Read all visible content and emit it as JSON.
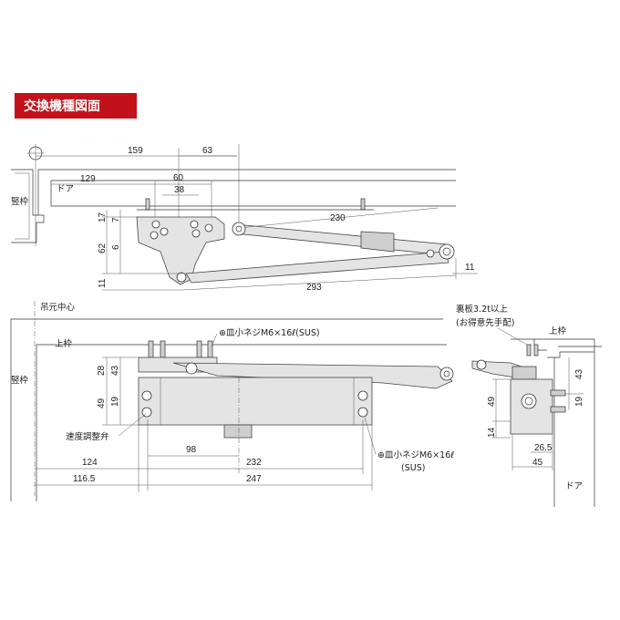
{
  "title": "交換機種図面",
  "labels": {
    "tatewaku": "竪枠",
    "door_top": "ドア",
    "tsurimoto": "吊元中心",
    "uwawaku": "上枠",
    "tatewaku2": "竪枠",
    "screw_top": "⊕皿小ネジM6×16ℓ(SUS)",
    "speed_valve": "速度調整弁",
    "screw_bottom": "⊕皿小ネジM6×16ℓ",
    "screw_bottom_sus": "(SUS)",
    "backplate_1": "裏板3.2t以上",
    "backplate_2": "(お得意先手配)",
    "uwawaku_side": "上枠",
    "door_side": "ドア"
  },
  "dims_top": {
    "d159": "159",
    "d63": "63",
    "d129": "129",
    "d60": "60",
    "d38": "38",
    "d230": "230",
    "d17": "17",
    "d7": "7",
    "d62": "62",
    "d6": "6",
    "d11a": "11",
    "d11b": "11",
    "d293": "293"
  },
  "dims_mid": {
    "d28": "28",
    "d43": "43",
    "d49": "49",
    "d19": "19",
    "d98": "98",
    "d124": "124",
    "d232": "232",
    "d116": "116.5",
    "d247": "247"
  },
  "dims_side": {
    "d43": "43",
    "d49": "49",
    "d19": "19",
    "d14": "14",
    "d26": "26.5",
    "d45": "45"
  },
  "colors": {
    "accent": "#c2111a"
  }
}
